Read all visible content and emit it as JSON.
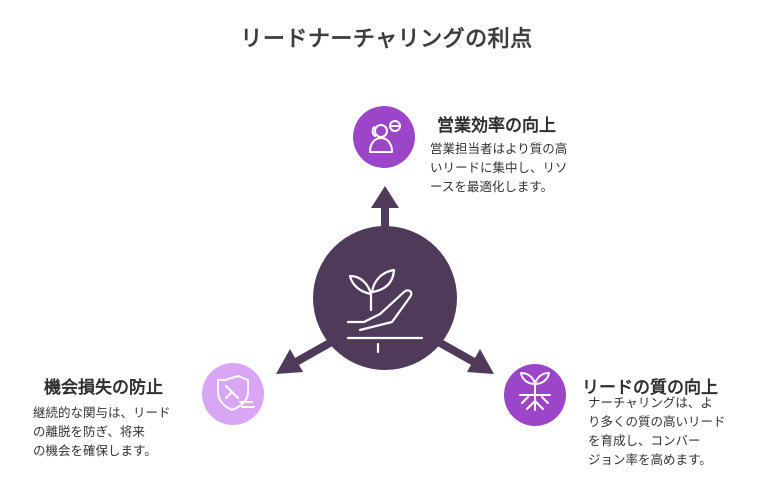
{
  "title": "リードナーチャリングの利点",
  "colors": {
    "center": "#4f3a5a",
    "arrow": "#4f3a5a",
    "purple_dark": "#9b45c9",
    "purple_light": "#d9a6f5"
  },
  "benefits": [
    {
      "title": "営業効率の向上",
      "description": "営業担当者はより質の高\nいリードに集中し、リソ\nースを最適化します。",
      "icon": "salesperson-icon",
      "color": "#9b45c9"
    },
    {
      "title": "機会損失の防止",
      "description": "継続的な関与は、リード\nの離脱を防ぎ、将来\nの機会を確保します。",
      "icon": "shield-icon",
      "color": "#d9a6f5"
    },
    {
      "title": "リードの質の向上",
      "description": "ナーチャリングは、よ\nり多くの質の高いリード\nを育成し、コンバー\nジョン率を高めます。",
      "icon": "sprout-roots-icon",
      "color": "#9b45c9"
    }
  ],
  "center_icon": "hand-holding-seedling-icon"
}
